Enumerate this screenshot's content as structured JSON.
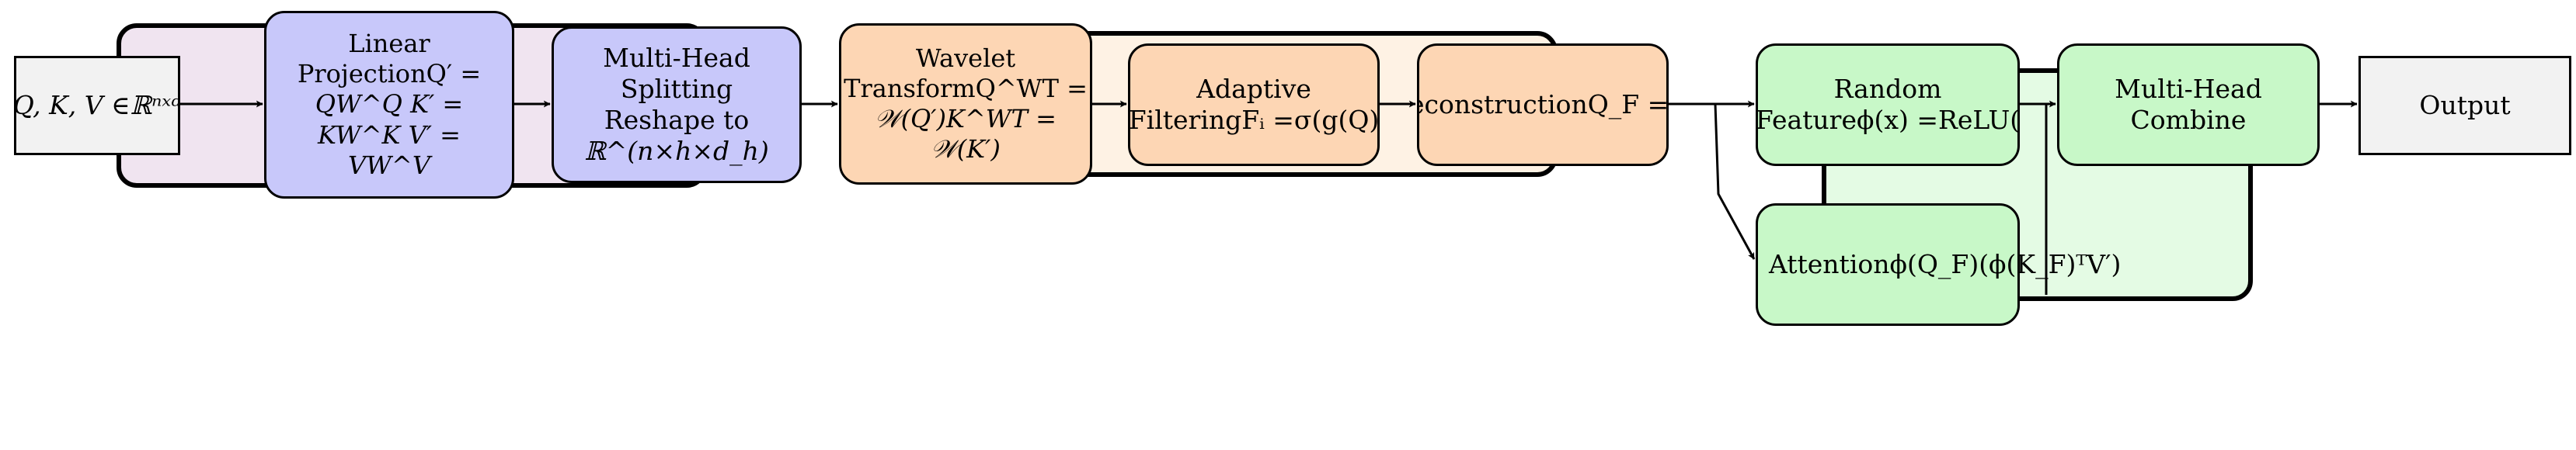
{
  "colors": {
    "io_fill": "#f2f2f2",
    "linear_fill": "#c8c8fa",
    "wavelet_fill": "#fdd6b4",
    "random_fill": "#c8f8c8",
    "group_linear_fill": "#f0e4f0",
    "group_wavelet_fill": "#fef2e4",
    "group_random_fill": "#e4fbe4",
    "stroke": "#000000"
  },
  "nodes": {
    "input": {
      "lines": [
        "Q, K, V ∈ℝⁿˣᵈ"
      ]
    },
    "linear_projection": {
      "lines": [
        "Linear",
        "ProjectionQ′ =",
        "QW^Q K′ =",
        "KW^K V′ =",
        "VW^V"
      ]
    },
    "multi_head_split": {
      "lines": [
        "Multi-Head",
        "Splitting",
        "Reshape to",
        "ℝ^(n×h×d_h)"
      ]
    },
    "wavelet_transform": {
      "lines": [
        "Wavelet",
        "TransformQ^WT =",
        "𝒲(Q′)K^WT =",
        "𝒲(K′)"
      ]
    },
    "adaptive_filtering": {
      "lines": [
        "Adaptive",
        "FilteringFᵢ =σ(g(Q)"
      ]
    },
    "reconstruction": {
      "lines": [
        "ReconstructionQ_F =𝒲"
      ]
    },
    "random_feature": {
      "lines": [
        "Random",
        "Featureϕ(x) =ReLU("
      ]
    },
    "attention": {
      "lines": [
        "Attentionϕ(Q_F)(ϕ(K_F)ᵀV′)"
      ]
    },
    "multi_head_combine": {
      "lines": [
        "Multi-Head",
        "Combine"
      ]
    },
    "output": {
      "lines": [
        "Output"
      ]
    }
  }
}
